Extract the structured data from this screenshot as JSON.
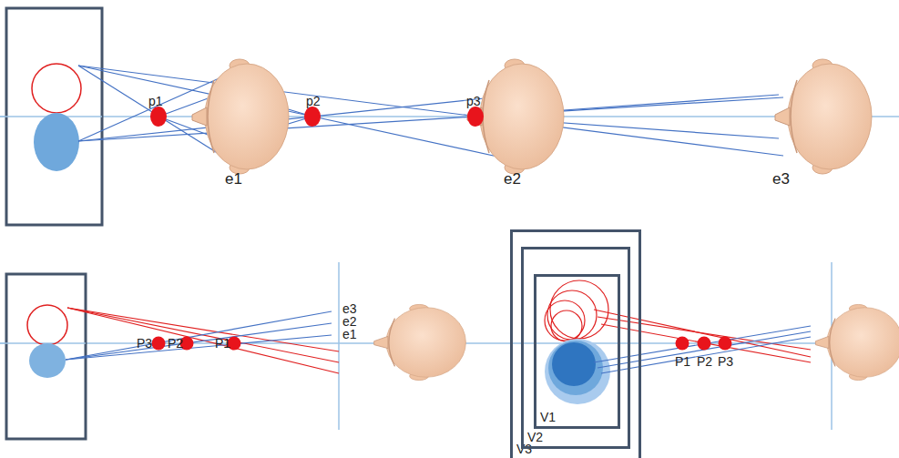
{
  "diagram": {
    "nodes": [
      {
        "text": [
          "V3"
        ]
      },
      {
        "text": [
          "V2"
        ],
        "in": 0
      },
      {
        "text": [
          "V1"
        ],
        "in": 1
      }
    ],
    "labels": [
      "p1",
      "p2",
      "p3",
      "e1",
      "e2",
      "e3",
      "P3",
      "P2",
      "P1",
      "e3",
      "e2",
      "e1",
      "P1",
      "P2",
      "P3"
    ]
  }
}
